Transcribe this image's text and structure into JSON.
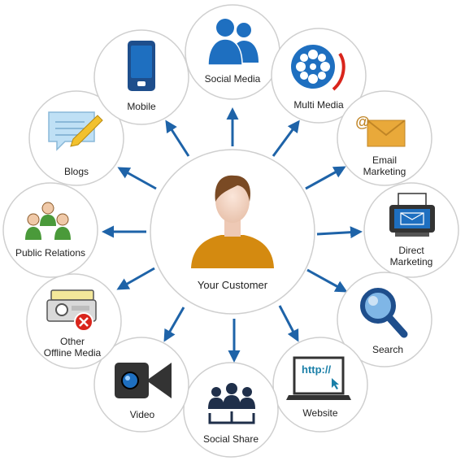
{
  "center": {
    "label": "Your Customer"
  },
  "nodes": [
    {
      "id": "social-media",
      "label_lines": [
        "Social Media"
      ],
      "icon": "people-icon"
    },
    {
      "id": "multi-media",
      "label_lines": [
        "Multi Media"
      ],
      "icon": "film-reel-icon"
    },
    {
      "id": "email-marketing",
      "label_lines": [
        "Email",
        "Marketing"
      ],
      "icon": "envelope-icon"
    },
    {
      "id": "direct-marketing",
      "label_lines": [
        "Direct",
        "Marketing"
      ],
      "icon": "fax-machine-icon"
    },
    {
      "id": "search",
      "label_lines": [
        "Search"
      ],
      "icon": "magnifier-icon"
    },
    {
      "id": "website",
      "label_lines": [
        "Website"
      ],
      "icon": "laptop-icon"
    },
    {
      "id": "social-share",
      "label_lines": [
        "Social Share"
      ],
      "icon": "group-icon"
    },
    {
      "id": "video",
      "label_lines": [
        "Video"
      ],
      "icon": "video-camera-icon"
    },
    {
      "id": "other-offline-media",
      "label_lines": [
        "Other",
        "Offline Media"
      ],
      "icon": "projector-icon"
    },
    {
      "id": "public-relations",
      "label_lines": [
        "Public Relations"
      ],
      "icon": "team-icon"
    },
    {
      "id": "blogs",
      "label_lines": [
        "Blogs"
      ],
      "icon": "note-pencil-icon"
    },
    {
      "id": "mobile",
      "label_lines": [
        "Mobile"
      ],
      "icon": "phone-icon"
    }
  ],
  "icon_text": {
    "website_url": "http://"
  },
  "colors": {
    "arrow": "#1e63a8",
    "circle_stroke": "#cfcfcf",
    "icon_blue": "#1e6fc0",
    "shirt": "#d48a10"
  }
}
